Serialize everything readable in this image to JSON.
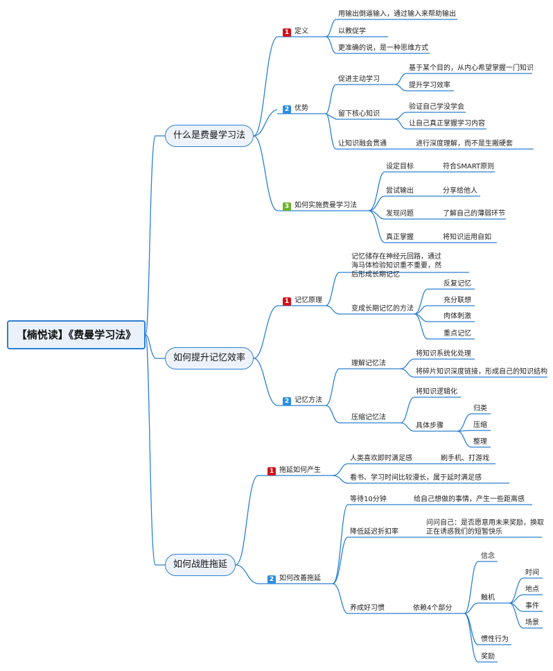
{
  "root": "【楠悦读】《费曼学习法》",
  "colors": {
    "line": "#2b7fd1",
    "marker_red": "#d0121b",
    "marker_blue": "#2b8ee0",
    "marker_green": "#6ab42d"
  },
  "b1": {
    "title": "什么是费曼学习法",
    "definition": {
      "marker": "1",
      "label": "定义",
      "items": [
        "用输出倒逼输入，通过输入来帮助输出",
        "以教促学",
        "更准确的说，是一种思维方式"
      ]
    },
    "advantage": {
      "marker": "2",
      "label": "优势",
      "sub1": {
        "label": "促进主动学习",
        "items": [
          "基于某个目的，从内心希望掌握一门知识",
          "提升学习效率"
        ]
      },
      "sub2": {
        "label": "留下核心知识",
        "items": [
          "验证自己学没学会",
          "让自己真正掌握学习内容"
        ]
      },
      "sub3": {
        "label": "让知识融会贯通",
        "items": [
          "进行深度理解，而不是生搬硬套"
        ]
      }
    },
    "how": {
      "marker": "3",
      "label": "如何实施费曼学习法",
      "steps": [
        {
          "label": "设定目标",
          "item": "符合SMART原则"
        },
        {
          "label": "尝试输出",
          "item": "分享给他人"
        },
        {
          "label": "发现问题",
          "item": "了解自己的薄弱环节"
        },
        {
          "label": "真正掌握",
          "item": "将知识运用自如"
        }
      ]
    }
  },
  "b2": {
    "title": "如何提升记忆效率",
    "principle": {
      "marker": "1",
      "label": "记忆原理",
      "text": "记忆储存在神经元回路，通过海马体检验知识重不重要，然后形成长期记忆",
      "sub": {
        "label": "变成长期记忆的方法",
        "items": [
          "反复记忆",
          "充分联想",
          "肉体刺激",
          "重点记忆"
        ]
      }
    },
    "method": {
      "marker": "2",
      "label": "记忆方法",
      "sub1": {
        "label": "理解记忆法",
        "items": [
          "将知识系统化处理",
          "将碎片知识深度链接，形成自己的知识结构"
        ]
      },
      "sub2": {
        "label": "压缩记忆法",
        "item1": "将知识逻辑化",
        "steps": {
          "label": "具体步骤",
          "items": [
            "归类",
            "压缩",
            "整理"
          ]
        }
      }
    }
  },
  "b3": {
    "title": "如何战胜拖延",
    "cause": {
      "marker": "1",
      "label": "拖延如何产生",
      "items": [
        {
          "label": "人类喜欢即时满足感",
          "sub": "刷手机、打游戏"
        },
        {
          "label": "看书、学习时间比较漫长，属于延时满足感"
        }
      ]
    },
    "improve": {
      "marker": "2",
      "label": "如何改善拖延",
      "wait": {
        "label": "等待10分钟",
        "item": "给自己想做的事情，产生一些距离感"
      },
      "reduce": {
        "label": "降低延迟折扣率",
        "item": "问问自己：是否愿意用未来奖励，换取正在诱惑我们的短暂快乐"
      },
      "habit": {
        "label": "养成好习惯",
        "sub": "依赖4个部分",
        "parts": {
          "belief": "信念",
          "trigger": "触机",
          "inertia": "惯性行为",
          "reward": "奖励"
        },
        "trigger_items": [
          "时间",
          "地点",
          "事件",
          "场景"
        ]
      }
    }
  }
}
